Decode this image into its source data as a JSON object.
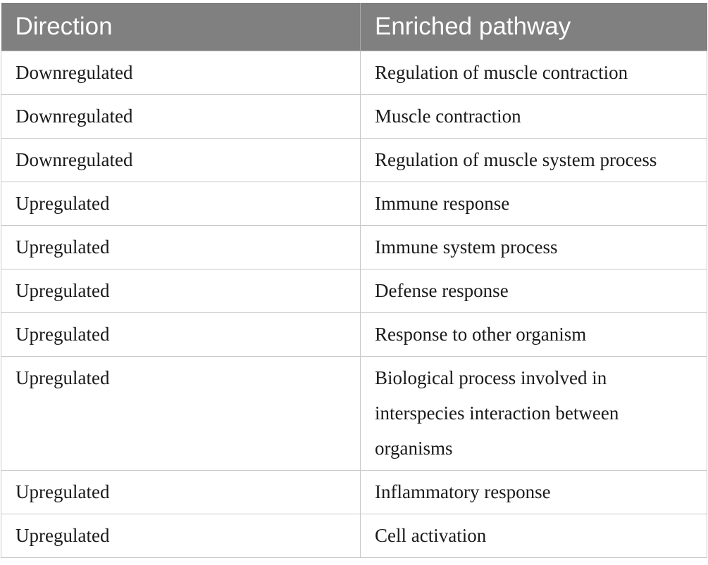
{
  "table": {
    "headers": [
      "Direction",
      "Enriched pathway"
    ],
    "rows": [
      [
        "Downregulated",
        "Regulation of muscle contraction"
      ],
      [
        "Downregulated",
        "Muscle contraction"
      ],
      [
        "Downregulated",
        "Regulation of muscle system process"
      ],
      [
        "Upregulated",
        "Immune response"
      ],
      [
        "Upregulated",
        "Immune system process"
      ],
      [
        "Upregulated",
        "Defense response"
      ],
      [
        "Upregulated",
        "Response to other organism"
      ],
      [
        "Upregulated",
        "Biological process involved in interspecies interaction between organisms"
      ],
      [
        "Upregulated",
        "Inflammatory response"
      ],
      [
        "Upregulated",
        "Cell activation"
      ]
    ]
  },
  "colors": {
    "header_bg": "#808080",
    "header_text": "#ffffff",
    "grid": "#c8c8c8"
  }
}
